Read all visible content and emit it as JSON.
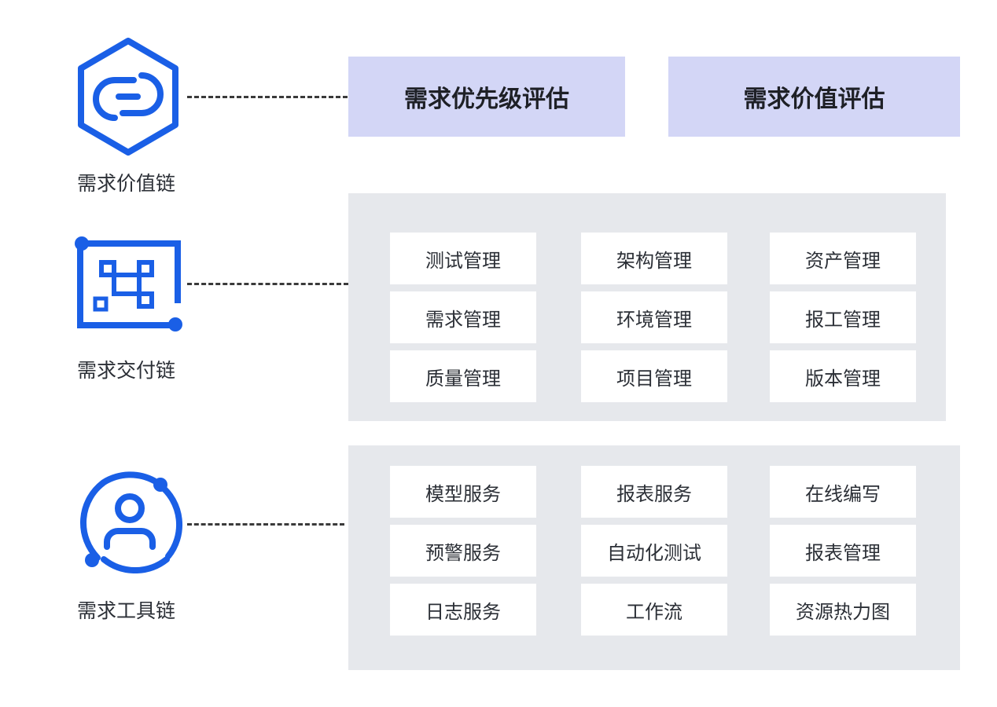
{
  "chains": {
    "value": {
      "label": "需求价值链",
      "icon": "hexagon-link-icon"
    },
    "delivery": {
      "label": "需求交付链",
      "icon": "nodes-frame-icon"
    },
    "tool": {
      "label": "需求工具链",
      "icon": "user-circle-icon"
    }
  },
  "evaluations": [
    "需求优先级评估",
    "需求价值评估"
  ],
  "delivery_items": [
    "测试管理",
    "架构管理",
    "资产管理",
    "需求管理",
    "环境管理",
    "报工管理",
    "质量管理",
    "项目管理",
    "版本管理"
  ],
  "tool_items": [
    "模型服务",
    "报表服务",
    "在线编写",
    "预警服务",
    "自动化测试",
    "报表管理",
    "日志服务",
    "工作流",
    "资源热力图"
  ],
  "colors": {
    "accent": "#1a5fe6",
    "eval_bg": "#d3d6f6",
    "panel_bg": "#e6e8ec"
  }
}
